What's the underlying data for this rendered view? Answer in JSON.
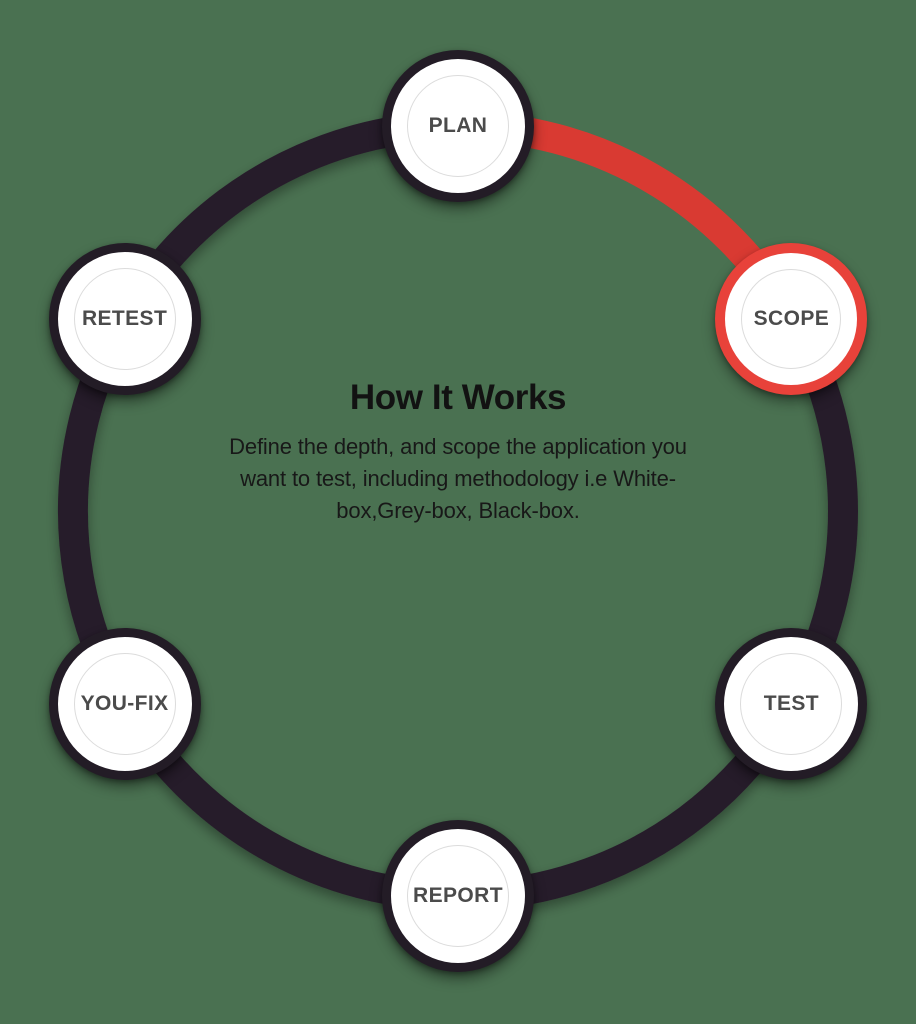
{
  "diagram": {
    "type": "circular-process-cycle",
    "background_color": "#4a7151",
    "node_ring_color": "#231c26",
    "active_ring_color": "#e8423a",
    "arc_color": "#281e2b",
    "active_arc_color": "#d93a32",
    "node_fill_color": "#ffffff",
    "node_inner_outline_color": "#dcdcdc",
    "node_label_color": "#4b4b4b",
    "center": {
      "title": "How It Works",
      "description": "Define the depth, and scope the application you want to test, including methodology i.e White-box,Grey-box, Black-box.",
      "description_lines": [
        "Define the depth, and scope the",
        "application you want to test, including",
        "methodology i.e White-box,Grey-box,",
        "Black-box."
      ]
    },
    "steps": [
      {
        "id": "plan",
        "label": "PLAN",
        "order": 1,
        "angle_deg": 0,
        "active": false
      },
      {
        "id": "scope",
        "label": "SCOPE",
        "order": 2,
        "angle_deg": 60,
        "active": true
      },
      {
        "id": "test",
        "label": "TEST",
        "order": 3,
        "angle_deg": 120,
        "active": false
      },
      {
        "id": "report",
        "label": "REPORT",
        "order": 4,
        "angle_deg": 180,
        "active": false
      },
      {
        "id": "you-fix",
        "label": "YOU-FIX",
        "order": 5,
        "angle_deg": 240,
        "active": false
      },
      {
        "id": "retest",
        "label": "RETEST",
        "order": 6,
        "angle_deg": 300,
        "active": false
      }
    ]
  }
}
